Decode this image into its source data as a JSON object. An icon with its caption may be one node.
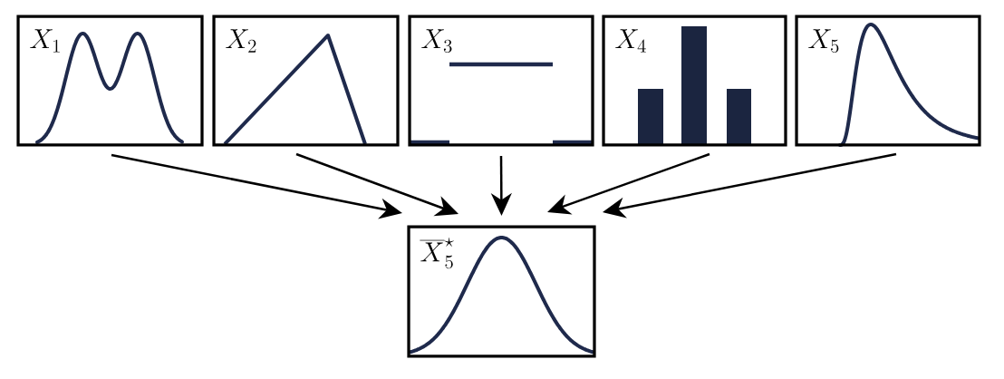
{
  "diagram": {
    "nodes": [
      {
        "text": [
          "X_1"
        ]
      },
      {
        "text": [
          "X_2"
        ]
      },
      {
        "text": [
          "X_3"
        ]
      },
      {
        "text": [
          "X_4"
        ]
      },
      {
        "text": [
          "X_5"
        ]
      },
      {
        "text": [
          "\\overline{X}_5^{\\star}"
        ]
      }
    ],
    "edges": [
      {
        "from": 0,
        "to": 5,
        "arrow": "to"
      },
      {
        "from": 1,
        "to": 5,
        "arrow": "to"
      },
      {
        "from": 2,
        "to": 5,
        "arrow": "to"
      },
      {
        "from": 3,
        "to": 5,
        "arrow": "to"
      },
      {
        "from": 4,
        "to": 5,
        "arrow": "to"
      }
    ]
  }
}
